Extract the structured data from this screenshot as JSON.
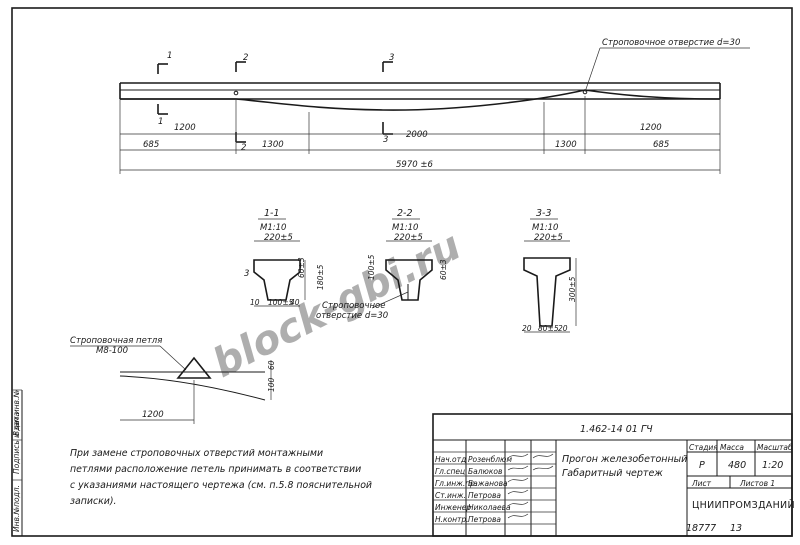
{
  "title_block": {
    "code": "1.462-14 01 ГЧ",
    "name_line1": "Прогон железобетонный",
    "name_line2": "Габаритный чертеж",
    "stage_label": "Стадия",
    "stage_value": "Р",
    "mass_label": "Масса",
    "mass_value": "480",
    "scale_label": "Масштаб",
    "scale_value": "1:20",
    "sheet_label": "Лист",
    "sheets_label": "Листов 1",
    "org": "ЦНИИПРОМЗДАНИЙ",
    "signatures": [
      {
        "role": "Нач.отд",
        "name": "Розенблюм"
      },
      {
        "role": "Гл.спец.",
        "name": "Балюков"
      },
      {
        "role": "Гл.инж.пр.",
        "name": "Бажанова"
      },
      {
        "role": "Ст.инж.",
        "name": "Петрова"
      },
      {
        "role": "Инженер",
        "name": "Николаева"
      },
      {
        "role": "Н.контр.",
        "name": "Петрова"
      }
    ],
    "bottom_number": "18777",
    "bottom_page": "13"
  },
  "elevation": {
    "hole_label": "Строповочное отверстие d=30",
    "cut_labels": [
      "1",
      "2",
      "3",
      "1",
      "2",
      "3"
    ],
    "dims_row1": [
      "1200",
      "2000",
      "1200"
    ],
    "dims_row2": [
      "685",
      "1300",
      "1300",
      "685"
    ],
    "overall": "5970 ±6"
  },
  "sections": [
    {
      "title": "1-1",
      "scale": "М1:10",
      "width": "220±5",
      "dims": [
        "60±3",
        "180±5",
        "3",
        "10",
        "100±5",
        "40"
      ]
    },
    {
      "title": "2-2",
      "scale": "М1:10",
      "width": "220±5",
      "dims": [
        "100±5",
        "60±3"
      ],
      "hole_note_line1": "Строповочное",
      "hole_note_line2": "отверстие d=30"
    },
    {
      "title": "3-3",
      "scale": "М1:10",
      "width": "220±5",
      "dims": [
        "300±5",
        "20",
        "80±5",
        "20"
      ]
    }
  ],
  "loop_detail": {
    "label_line1": "Строповочная петля",
    "label_line2": "М8-100",
    "dims": [
      "60",
      "100"
    ],
    "length": "1200"
  },
  "note": [
    "При замене строповочных отверстий монтажными",
    "петлями расположение петель принимать в соответствии",
    "с указаниями настоящего чертежа (см. п.5.8 пояснительной",
    "записки)."
  ],
  "margin_stamp": [
    "Инв.№подл.",
    "Подпись и дата",
    "Взам.инв.№"
  ],
  "watermark": "block-gbi.ru"
}
